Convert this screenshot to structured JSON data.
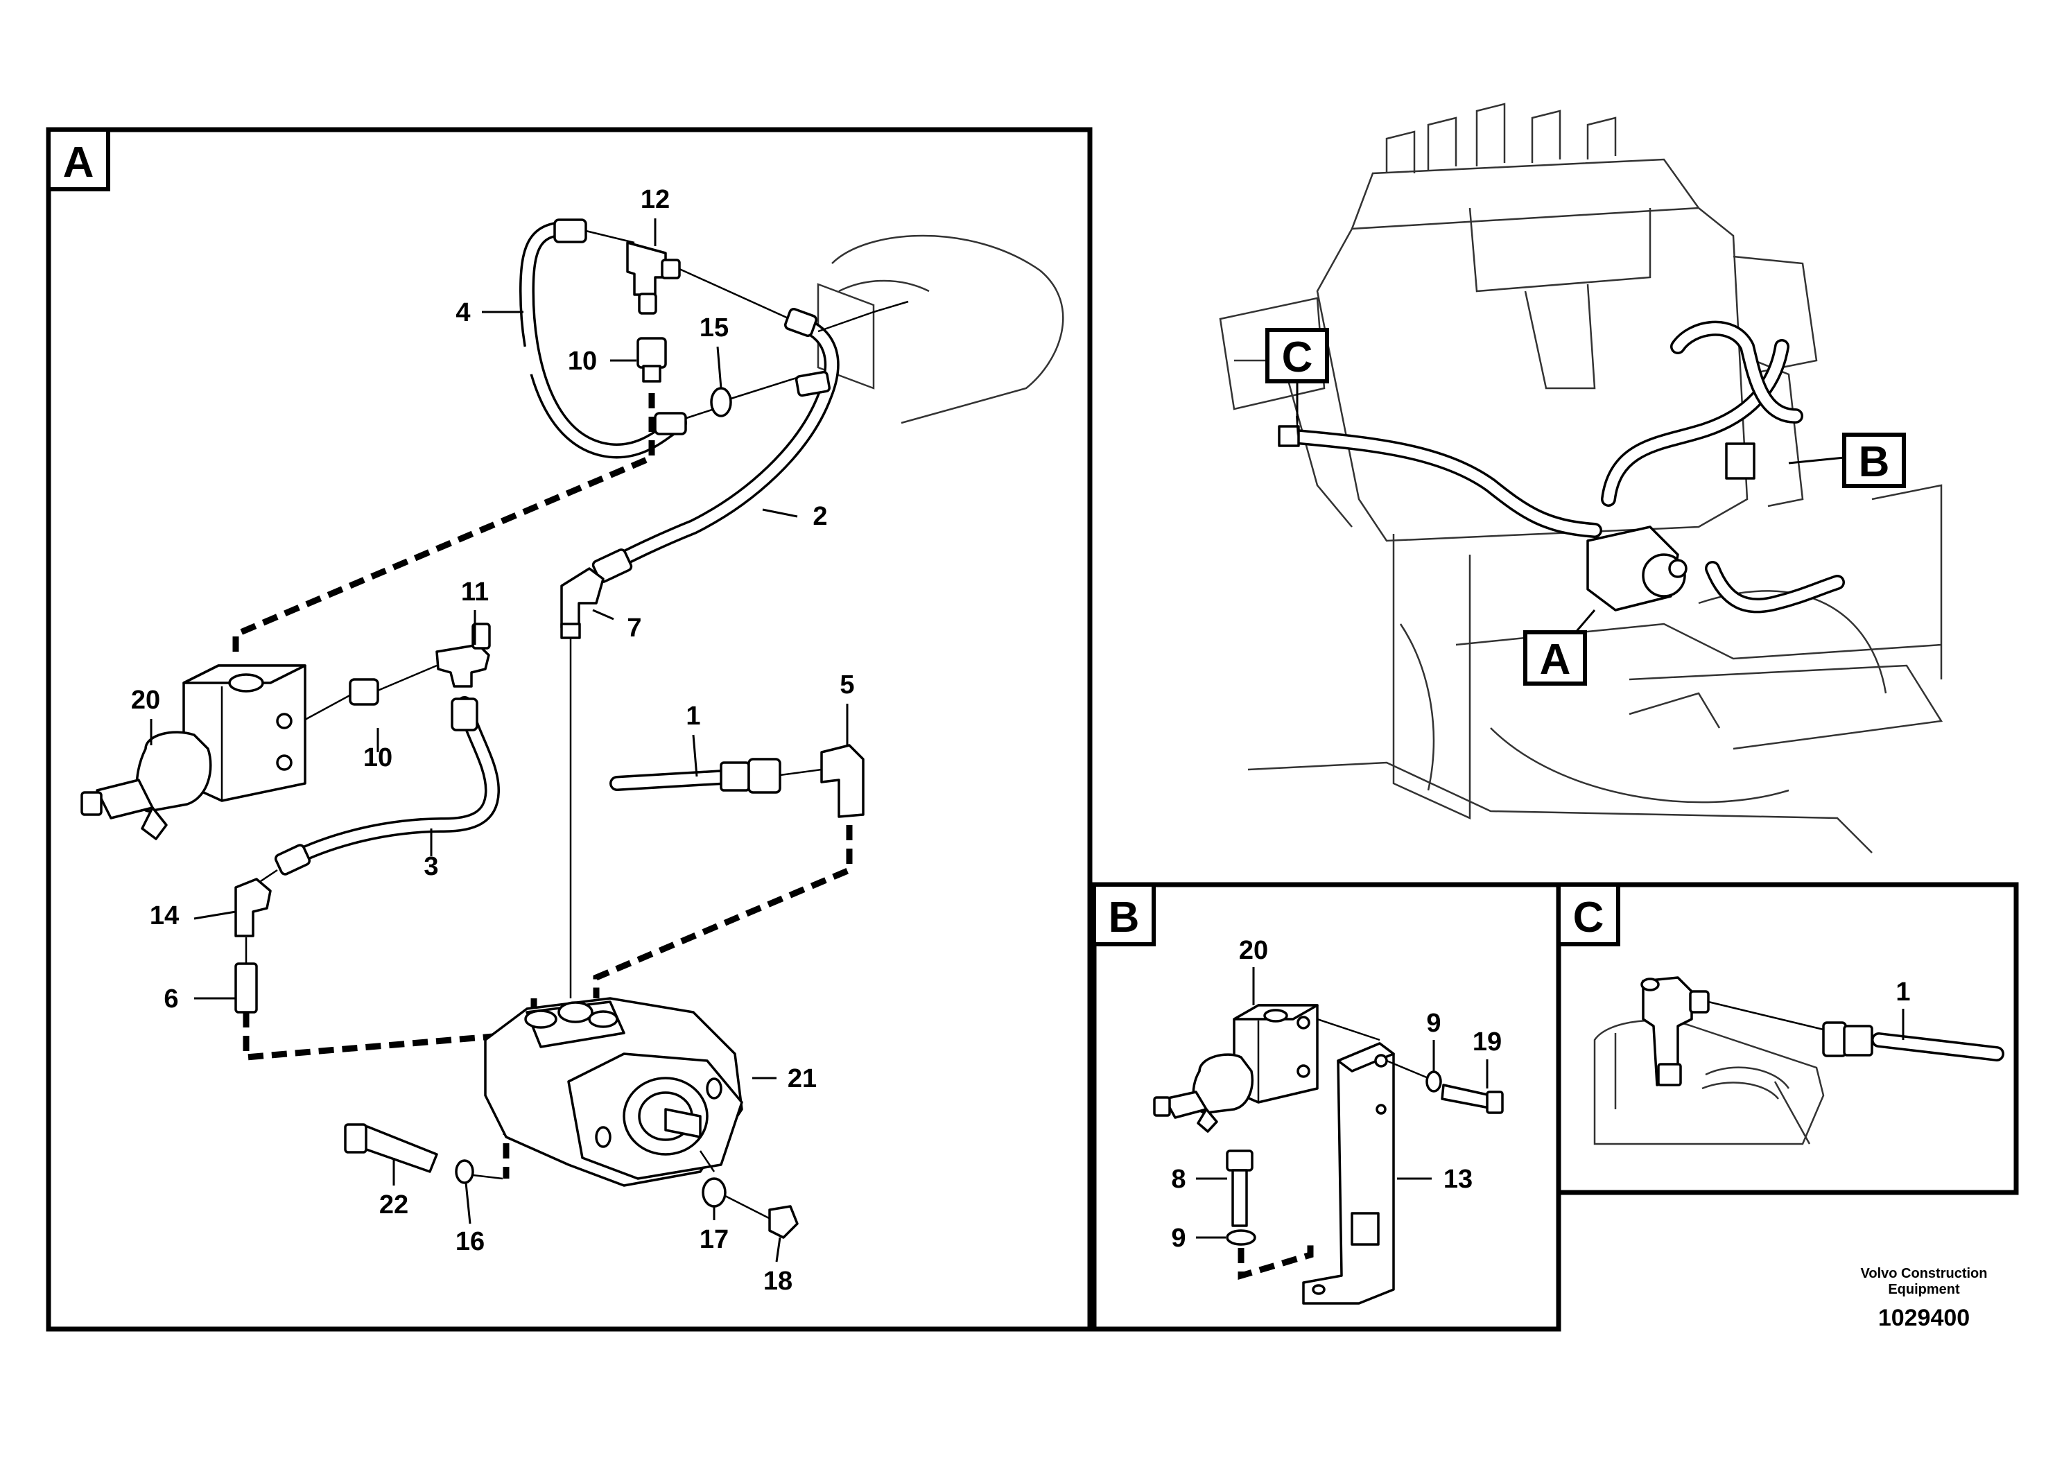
{
  "views": {
    "a": {
      "label": "A"
    },
    "b": {
      "label": "B"
    },
    "c": {
      "label": "C"
    }
  },
  "overview_callouts": {
    "a": "A",
    "b": "B",
    "c": "C"
  },
  "part_numbers": {
    "p1": "1",
    "p2": "2",
    "p3": "3",
    "p4": "4",
    "p5": "5",
    "p6": "6",
    "p7": "7",
    "p10a": "10",
    "p10b": "10",
    "p11": "11",
    "p12": "12",
    "p14": "14",
    "p15": "15",
    "p16": "16",
    "p17": "17",
    "p18": "18",
    "p20": "20",
    "p21": "21",
    "p22": "22",
    "b20": "20",
    "b9a": "9",
    "b19": "19",
    "b8": "8",
    "b9b": "9",
    "b13": "13",
    "c1": "1"
  },
  "footer": {
    "company_line1": "Volvo Construction",
    "company_line2": "Equipment",
    "drawing_number": "1029400"
  }
}
